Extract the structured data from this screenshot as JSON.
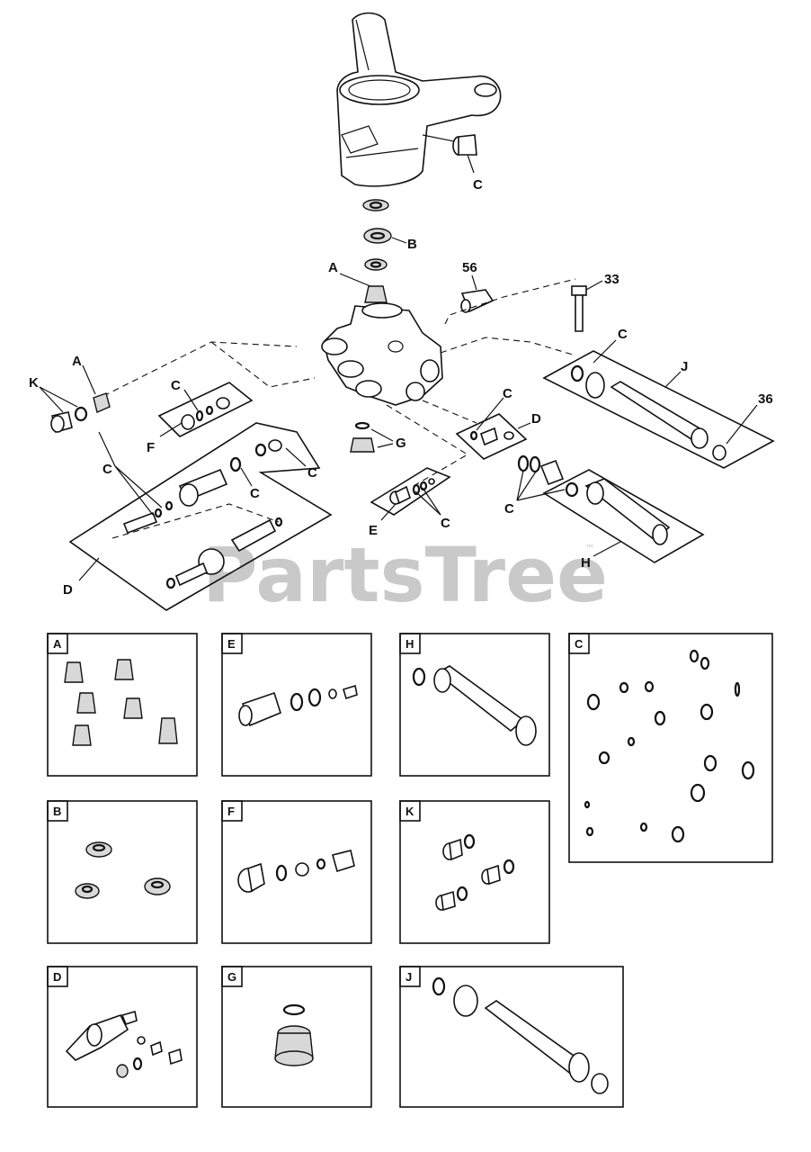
{
  "watermark": {
    "text": "PartsTree",
    "trademark": "™"
  },
  "callouts": {
    "c_top": "C",
    "b_top": "B",
    "a_top": "A",
    "n56": "56",
    "n33": "33",
    "c_j": "C",
    "j": "J",
    "n36": "36",
    "a_left": "A",
    "k_left": "K",
    "c_f": "C",
    "f": "F",
    "c_left": "C",
    "c_d1": "C",
    "c_d2": "C",
    "d_left": "D",
    "c_dsmall": "C",
    "d_small": "D",
    "g": "G",
    "e": "E",
    "c_e": "C",
    "c_h": "C",
    "h": "H"
  },
  "kits": [
    {
      "id": "A",
      "label": "A"
    },
    {
      "id": "E",
      "label": "E"
    },
    {
      "id": "H",
      "label": "H"
    },
    {
      "id": "C",
      "label": "C"
    },
    {
      "id": "B",
      "label": "B"
    },
    {
      "id": "F",
      "label": "F"
    },
    {
      "id": "K",
      "label": "K"
    },
    {
      "id": "D",
      "label": "D"
    },
    {
      "id": "G",
      "label": "G"
    },
    {
      "id": "J",
      "label": "J"
    }
  ]
}
